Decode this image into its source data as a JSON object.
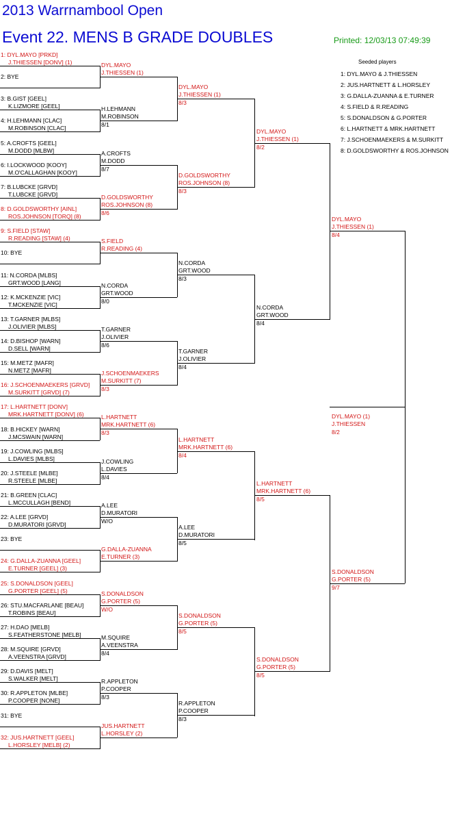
{
  "header": {
    "tournament": "2013 Warrnambool Open",
    "event": "Event 22. MENS B GRADE DOUBLES",
    "printed": "Printed: 12/03/13 07:49:39"
  },
  "seeded": {
    "title": "Seeded players",
    "list": [
      "1: DYL.MAYO & J.THIESSEN",
      "2: JUS.HARTNETT & L.HORSLEY",
      "3: G.DALLA-ZUANNA & E.TURNER",
      "4: S.FIELD & R.READING",
      "5: S.DONALDSON & G.PORTER",
      "6: L.HARTNETT & MRK.HARTNETT",
      "7: J.SCHOENMAEKERS & M.SURKITT",
      "8: D.GOLDSWORTHY & ROS.JOHNSON"
    ]
  },
  "draw": [
    {
      "a": "1: DYL.MAYO [PRKD]",
      "b": "J.THIESSEN [DONV] (1)",
      "seeded": true
    },
    {
      "a": "2: BYE",
      "b": "",
      "seeded": false
    },
    {
      "a": "3: B.GIST [GEEL]",
      "b": "K.LIZMORE [GEEL]",
      "seeded": false
    },
    {
      "a": "4: H.LEHMANN [CLAC]",
      "b": "M.ROBINSON [CLAC]",
      "seeded": false
    },
    {
      "a": "5: A.CROFTS [GEEL]",
      "b": "M.DODD [MLBW]",
      "seeded": false
    },
    {
      "a": "6: I.LOCKWOOD [KOOY]",
      "b": "M.O'CALLAGHAN [KOOY]",
      "seeded": false
    },
    {
      "a": "7: B.LUBCKE [GRVD]",
      "b": "T.LUBCKE [GRVD]",
      "seeded": false
    },
    {
      "a": "8: D.GOLDSWORTHY [AINL]",
      "b": "ROS.JOHNSON [TORQ] (8)",
      "seeded": true
    },
    {
      "a": "9: S.FIELD [STAW]",
      "b": "R.READING [STAW] (4)",
      "seeded": true
    },
    {
      "a": "10: BYE",
      "b": "",
      "seeded": false
    },
    {
      "a": "11: N.CORDA [MLBS]",
      "b": "GRT.WOOD [LANG]",
      "seeded": false
    },
    {
      "a": "12: K.MCKENZIE [VIC]",
      "b": "T.MCKENZIE [VIC]",
      "seeded": false
    },
    {
      "a": "13: T.GARNER [MLBS]",
      "b": "J.OLIVIER [MLBS]",
      "seeded": false
    },
    {
      "a": "14: D.BISHOP [WARN]",
      "b": "D.SELL [WARN]",
      "seeded": false
    },
    {
      "a": "15: M.METZ [MAFR]",
      "b": "N.METZ [MAFR]",
      "seeded": false
    },
    {
      "a": "16: J.SCHOENMAEKERS [GRVD]",
      "b": "M.SURKITT [GRVD] (7)",
      "seeded": true
    },
    {
      "a": "17: L.HARTNETT [DONV]",
      "b": "MRK.HARTNETT [DONV] (6)",
      "seeded": true
    },
    {
      "a": "18: B.HICKEY [WARN]",
      "b": "J.MCSWAIN [WARN]",
      "seeded": false
    },
    {
      "a": "19: J.COWLING [MLBS]",
      "b": "L.DAVIES [MLBS]",
      "seeded": false
    },
    {
      "a": "20: J.STEELE [MLBE]",
      "b": "R.STEELE [MLBE]",
      "seeded": false
    },
    {
      "a": "21: B.GREEN [CLAC]",
      "b": "L.MCCULLAGH [BEND]",
      "seeded": false
    },
    {
      "a": "22: A.LEE [GRVD]",
      "b": "D.MURATORI [GRVD]",
      "seeded": false
    },
    {
      "a": "23: BYE",
      "b": "",
      "seeded": false
    },
    {
      "a": "24: G.DALLA-ZUANNA [GEEL]",
      "b": "E.TURNER [GEEL] (3)",
      "seeded": true
    },
    {
      "a": "25: S.DONALDSON [GEEL]",
      "b": "G.PORTER [GEEL] (5)",
      "seeded": true
    },
    {
      "a": "26: STU.MACFARLANE [BEAU]",
      "b": "T.ROBINS [BEAU]",
      "seeded": false
    },
    {
      "a": "27: H.DAO [MELB]",
      "b": "S.FEATHERSTONE [MELB]",
      "seeded": false
    },
    {
      "a": "28: M.SQUIRE [GRVD]",
      "b": "A.VEENSTRA [GRVD]",
      "seeded": false
    },
    {
      "a": "29: D.DAVIS [MELT]",
      "b": "S.WALKER [MELT]",
      "seeded": false
    },
    {
      "a": "30: R.APPLETON [MLBE]",
      "b": "P.COOPER [NONE]",
      "seeded": false
    },
    {
      "a": "31: BYE",
      "b": "",
      "seeded": false
    },
    {
      "a": "32: JUS.HARTNETT [GEEL]",
      "b": "L.HORSLEY [MELB] (2)",
      "seeded": true
    }
  ],
  "rounds": [
    [
      {
        "a": "DYL.MAYO",
        "b": "J.THIESSEN (1)",
        "score": "",
        "seeded": true
      },
      {
        "a": "H.LEHMANN",
        "b": "M.ROBINSON",
        "score": "8/1",
        "seeded": false
      },
      {
        "a": "A.CROFTS",
        "b": "M.DODD",
        "score": "8/7",
        "seeded": false
      },
      {
        "a": "D.GOLDSWORTHY",
        "b": "ROS.JOHNSON (8)",
        "score": "8/6",
        "seeded": true
      },
      {
        "a": "S.FIELD",
        "b": "R.READING (4)",
        "score": "",
        "seeded": true
      },
      {
        "a": "N.CORDA",
        "b": "GRT.WOOD",
        "score": "8/0",
        "seeded": false
      },
      {
        "a": "T.GARNER",
        "b": "J.OLIVIER",
        "score": "8/6",
        "seeded": false
      },
      {
        "a": "J.SCHOENMAEKERS",
        "b": "M.SURKITT (7)",
        "score": "8/3",
        "seeded": true
      },
      {
        "a": "L.HARTNETT",
        "b": "MRK.HARTNETT (6)",
        "score": "8/3",
        "seeded": true
      },
      {
        "a": "J.COWLING",
        "b": "L.DAVIES",
        "score": "8/4",
        "seeded": false
      },
      {
        "a": "A.LEE",
        "b": "D.MURATORI",
        "score": "W/O",
        "seeded": false
      },
      {
        "a": "G.DALLA-ZUANNA",
        "b": "E.TURNER (3)",
        "score": "",
        "seeded": true
      },
      {
        "a": "S.DONALDSON",
        "b": "G.PORTER (5)",
        "score": "W/O",
        "seeded": true
      },
      {
        "a": "M.SQUIRE",
        "b": "A.VEENSTRA",
        "score": "8/4",
        "seeded": false
      },
      {
        "a": "R.APPLETON",
        "b": "P.COOPER",
        "score": "8/3",
        "seeded": false
      },
      {
        "a": "JUS.HARTNETT",
        "b": "L.HORSLEY (2)",
        "score": "",
        "seeded": true
      }
    ],
    [
      {
        "a": "DYL.MAYO",
        "b": "J.THIESSEN (1)",
        "score": "8/3",
        "seeded": true
      },
      {
        "a": "D.GOLDSWORTHY",
        "b": "ROS.JOHNSON (8)",
        "score": "8/3",
        "seeded": true
      },
      {
        "a": "N.CORDA",
        "b": "GRT.WOOD",
        "score": "8/3",
        "seeded": false
      },
      {
        "a": "T.GARNER",
        "b": "J.OLIVIER",
        "score": "8/4",
        "seeded": false
      },
      {
        "a": "L.HARTNETT",
        "b": "MRK.HARTNETT (6)",
        "score": "8/4",
        "seeded": true
      },
      {
        "a": "A.LEE",
        "b": "D.MURATORI",
        "score": "8/5",
        "seeded": false
      },
      {
        "a": "S.DONALDSON",
        "b": "G.PORTER (5)",
        "score": "8/5",
        "seeded": true
      },
      {
        "a": "R.APPLETON",
        "b": "P.COOPER",
        "score": "8/3",
        "seeded": false
      }
    ],
    [
      {
        "a": "DYL.MAYO",
        "b": "J.THIESSEN (1)",
        "score": "8/2",
        "seeded": true
      },
      {
        "a": "N.CORDA",
        "b": "GRT.WOOD",
        "score": "8/4",
        "seeded": false
      },
      {
        "a": "L.HARTNETT",
        "b": "MRK.HARTNETT (6)",
        "score": "8/5",
        "seeded": true
      },
      {
        "a": "S.DONALDSON",
        "b": "G.PORTER (5)",
        "score": "8/5",
        "seeded": true
      }
    ],
    [
      {
        "a": "DYL.MAYO",
        "b": "J.THIESSEN (1)",
        "score": "8/4",
        "seeded": true
      },
      {
        "a": "S.DONALDSON",
        "b": "G.PORTER (5)",
        "score": "9/7",
        "seeded": true
      }
    ],
    [
      {
        "a": "DYL.MAYO (1)",
        "b": "J.THIESSEN",
        "score": "8/2",
        "seeded": true
      }
    ]
  ]
}
